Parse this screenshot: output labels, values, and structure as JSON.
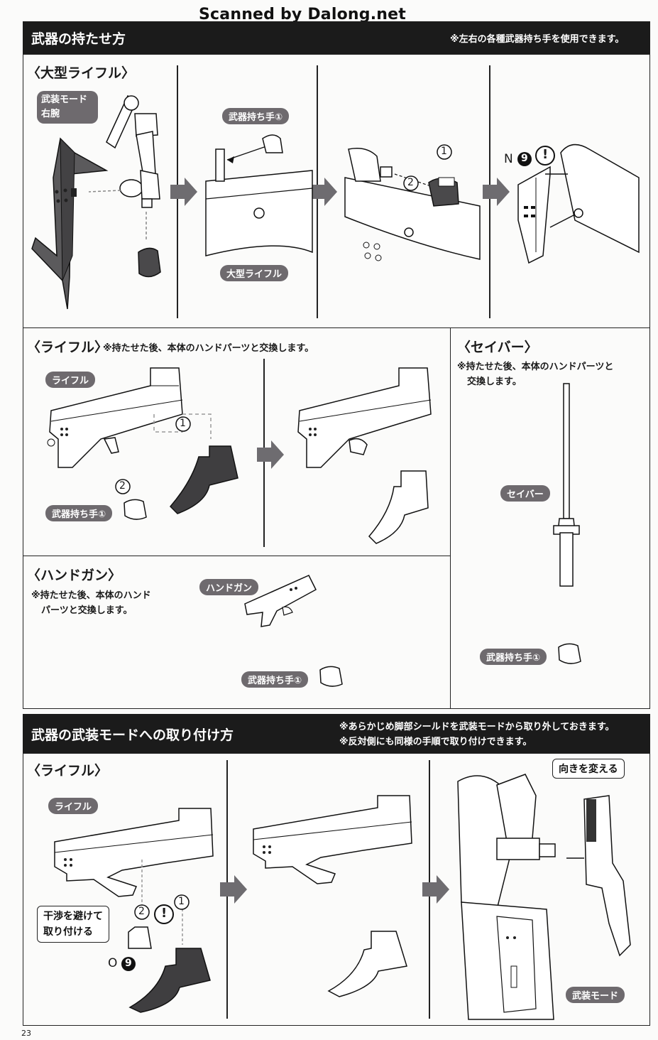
{
  "watermark": "Scanned by Dalong.net",
  "section1": {
    "title": "武器の持たせ方",
    "note": "※左右の各種武器持ち手を使用できます。",
    "large_rifle": {
      "title": "〈大型ライフル〉",
      "tag_arm_line1": "武装モード",
      "tag_arm_line2": "右腕",
      "tag_hand": "武器持ち手①",
      "tag_weapon": "大型ライフル",
      "step1": "1",
      "step2": "2",
      "part_letter": "N",
      "part_number": "9",
      "caution": "!"
    },
    "rifle": {
      "title": "〈ライフル〉",
      "note": "※持たせた後、本体のハンドパーツと交換します。",
      "tag_weapon": "ライフル",
      "tag_hand": "武器持ち手①",
      "step1": "1",
      "step2": "2"
    },
    "saber": {
      "title": "〈セイバー〉",
      "note_line1": "※持たせた後、本体のハンドパーツと",
      "note_line2": "交換します。",
      "tag_weapon": "セイバー",
      "tag_hand": "武器持ち手①"
    },
    "handgun": {
      "title": "〈ハンドガン〉",
      "note_line1": "※持たせた後、本体のハンド",
      "note_line2": "パーツと交換します。",
      "tag_weapon": "ハンドガン",
      "tag_hand": "武器持ち手①"
    }
  },
  "section2": {
    "title": "武器の武装モードへの取り付け方",
    "note_line1": "※あらかじめ脚部シールドを武装モードから取り外しておきます。",
    "note_line2": "※反対側にも同様の手順で取り付けできます。",
    "rifle": {
      "title": "〈ライフル〉",
      "tag_weapon": "ライフル",
      "callout_line1": "干渉を避けて",
      "callout_line2": "取り付ける",
      "step1": "1",
      "step2": "2",
      "caution": "!",
      "part_letter": "O",
      "part_number": "9",
      "tag_turn": "向きを変える",
      "tag_mode": "武装モード"
    }
  },
  "page_number": "23"
}
